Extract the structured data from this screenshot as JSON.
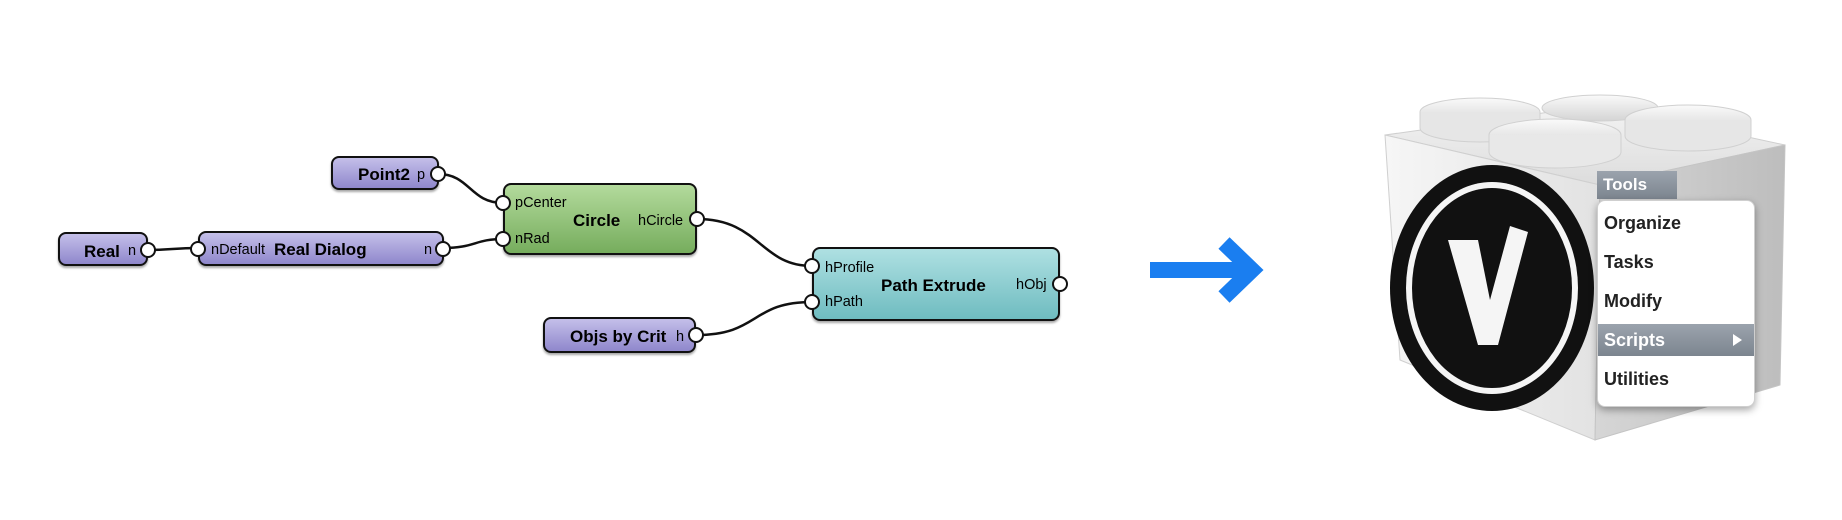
{
  "diagram": {
    "nodes": {
      "point2": {
        "title": "Point2",
        "out_port": "p"
      },
      "real": {
        "title": "Real",
        "out_port": "n"
      },
      "real_dialog": {
        "title": "Real Dialog",
        "in_port": "nDefault",
        "out_port": "n"
      },
      "circle": {
        "title": "Circle",
        "in_ports": [
          "pCenter",
          "nRad"
        ],
        "out_port": "hCircle"
      },
      "objs_by_crit": {
        "title": "Objs by Crit",
        "out_port": "h"
      },
      "path_extrude": {
        "title": "Path Extrude",
        "in_ports": [
          "hProfile",
          "hPath"
        ],
        "out_port": "hObj"
      }
    },
    "colors": {
      "input_node": "#a59fdc",
      "circle_node": "#8dc173",
      "extrude_node": "#86cccf",
      "arrow": "#1a7ef0"
    }
  },
  "icon": {
    "name": "vectorworks-block-icon",
    "menu": {
      "header": "Tools",
      "items": [
        "Organize",
        "Tasks",
        "Modify",
        "Scripts",
        "Utilities"
      ],
      "selected": "Scripts"
    }
  }
}
